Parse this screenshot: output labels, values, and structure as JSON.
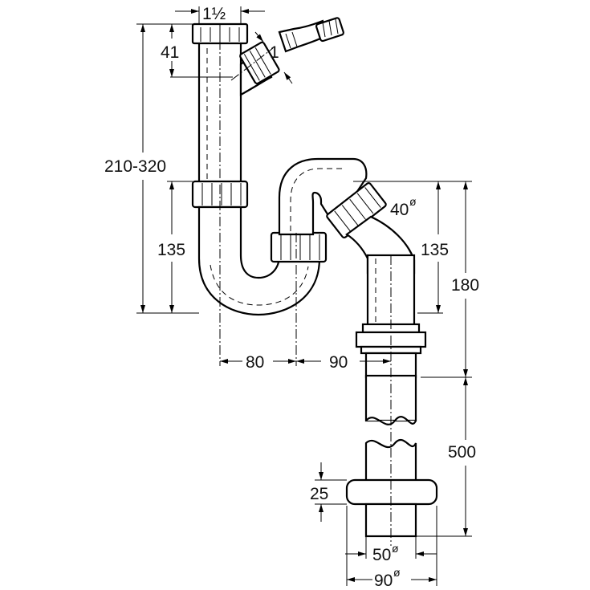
{
  "dimensions": {
    "top_thread": "1½",
    "inlet_offset": "41",
    "side_thread": "1",
    "total_height": "210-320",
    "left_lower": "135",
    "right_lower": "135",
    "outlet_diameter": "40",
    "right_height": "180",
    "spacing_left": "80",
    "spacing_right": "90",
    "pipe_length": "500",
    "flange_height": "25",
    "pipe_diameter": "50",
    "flange_diameter": "90",
    "diameter_symbol": "ø"
  }
}
